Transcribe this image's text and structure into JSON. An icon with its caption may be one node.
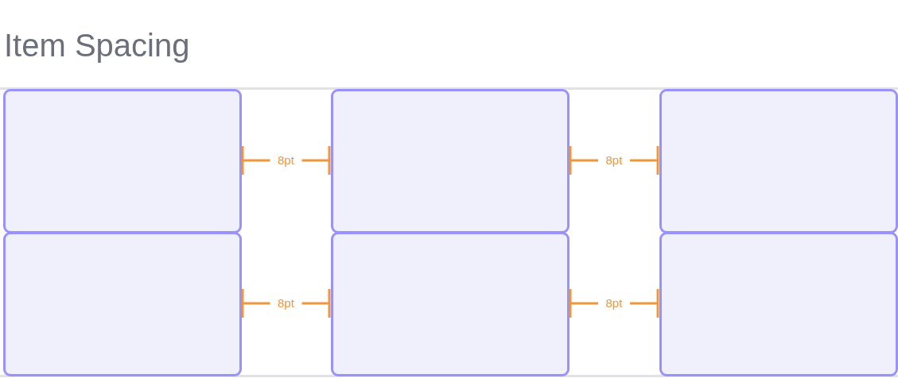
{
  "diagram": {
    "title": "Item Spacing",
    "nodes": [
      {
        "text": [],
        "shape": "box"
      },
      {
        "text": [],
        "shape": "box"
      },
      {
        "text": [],
        "shape": "box"
      },
      {
        "text": [],
        "shape": "box"
      },
      {
        "text": [],
        "shape": "box"
      },
      {
        "text": [],
        "shape": "box"
      }
    ],
    "labels": [
      "8pt",
      "8pt",
      "8pt",
      "8pt"
    ]
  }
}
